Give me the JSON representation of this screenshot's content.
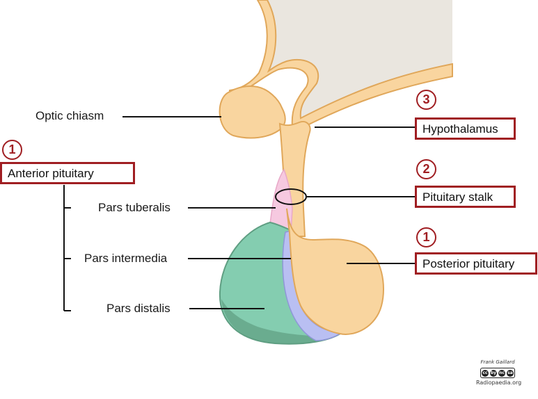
{
  "labels": {
    "optic_chiasm": "Optic chiasm",
    "pars_tuberalis": "Pars tuberalis",
    "pars_intermedia": "Pars intermedia",
    "pars_distalis": "Pars distalis"
  },
  "boxes": {
    "anterior_pituitary": "Anterior pituitary",
    "hypothalamus": "Hypothalamus",
    "pituitary_stalk": "Pituitary stalk",
    "posterior_pituitary": "Posterior pituitary"
  },
  "badges": {
    "anterior_pituitary": "1",
    "hypothalamus": "3",
    "pituitary_stalk": "2",
    "posterior_pituitary": "1"
  },
  "credit": {
    "author": "Frank Gaillard",
    "site": "Radiopaedia.org",
    "license_icons": [
      "cc",
      "by",
      "nc",
      "sa"
    ]
  },
  "colors": {
    "outline_red": "#a01e22",
    "tissue_tan": "#f9d59f",
    "tissue_edge": "#e0a75a",
    "ventricle_grey": "#eae6df",
    "pars_tuberalis": "#f6c9e0",
    "pars_intermedia": "#b9bff2",
    "pars_distalis": "#84cdb0",
    "pars_distalis_dark": "#5f9e82"
  }
}
